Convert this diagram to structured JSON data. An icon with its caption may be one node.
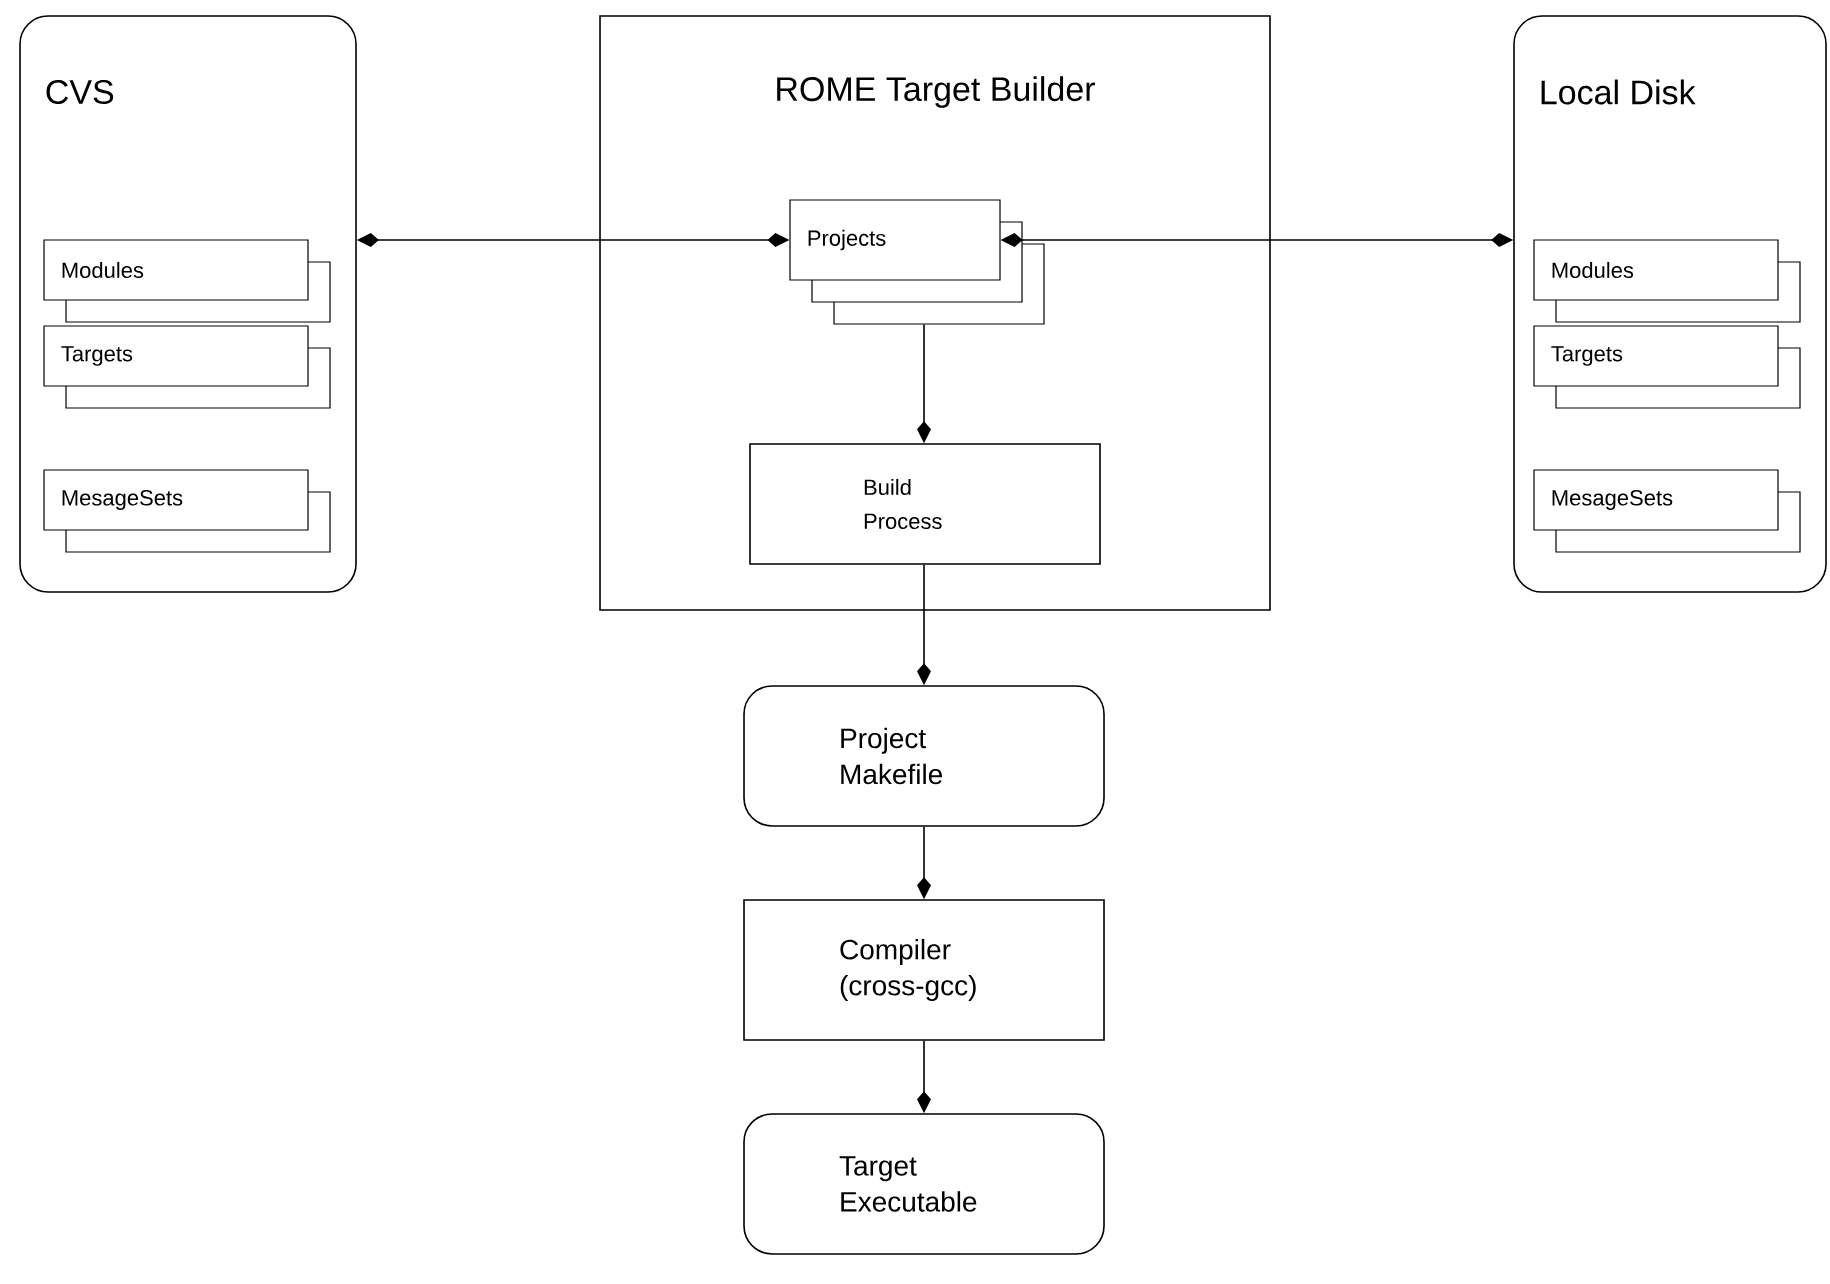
{
  "diagram": {
    "nodes": [
      {
        "text": [
          "CVS"
        ]
      },
      {
        "text": [
          "Modules"
        ],
        "in": 0
      },
      {
        "text": [
          "Targets"
        ],
        "in": 0
      },
      {
        "text": [
          "MesageSets"
        ],
        "in": 0
      },
      {
        "text": [
          "ROME Target Builder"
        ]
      },
      {
        "text": [
          "Projects"
        ],
        "in": 4
      },
      {
        "text": [
          "Build Process"
        ],
        "in": 4
      },
      {
        "text": [
          "Local Disk"
        ]
      },
      {
        "text": [
          "Modules"
        ],
        "in": 7
      },
      {
        "text": [
          "Targets"
        ],
        "in": 7
      },
      {
        "text": [
          "MesageSets"
        ],
        "in": 7
      },
      {
        "text": [
          "Project Makefile"
        ]
      },
      {
        "text": [
          "Compiler (cross-gcc)"
        ]
      },
      {
        "text": [
          "Target Executable"
        ]
      }
    ],
    "edges": [
      {
        "from": 5,
        "to": 0,
        "arrow": "both"
      },
      {
        "from": 5,
        "to": 7,
        "arrow": "both"
      },
      {
        "from": 5,
        "to": 6,
        "arrow": "to"
      },
      {
        "from": 6,
        "to": 11,
        "arrow": "to"
      },
      {
        "from": 11,
        "to": 12,
        "arrow": "to"
      },
      {
        "from": 12,
        "to": 13,
        "arrow": "to"
      }
    ]
  }
}
